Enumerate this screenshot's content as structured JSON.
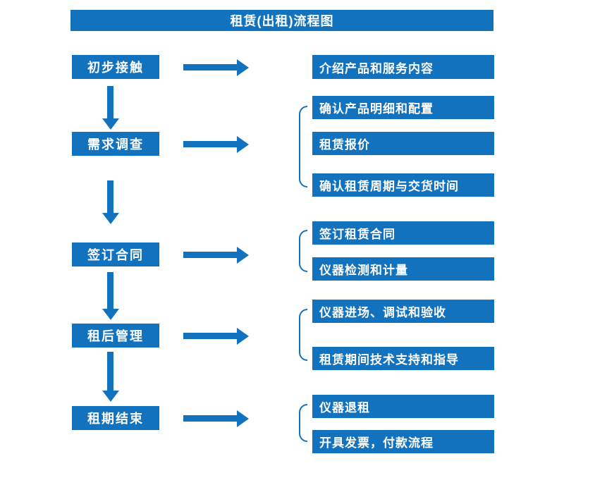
{
  "title": "租赁(出租)流程图",
  "colors": {
    "accent": "#1272BE",
    "text_on_accent": "#FFFFFF",
    "background": "#FFFFFF"
  },
  "rows": [
    {
      "stage": "初步接触",
      "details": [
        "介绍产品和服务内容"
      ]
    },
    {
      "stage": "需求调查",
      "details": [
        "确认产品明细和配置",
        "租赁报价",
        "确认租赁周期与交货时间"
      ]
    },
    {
      "stage": "签订合同",
      "details": [
        "签订租赁合同",
        "仪器检测和计量"
      ]
    },
    {
      "stage": "租后管理",
      "details": [
        "仪器进场、调试和验收",
        "租赁期间技术支持和指导"
      ]
    },
    {
      "stage": "租期结束",
      "details": [
        "仪器退租",
        "开具发票，付款流程"
      ]
    }
  ]
}
